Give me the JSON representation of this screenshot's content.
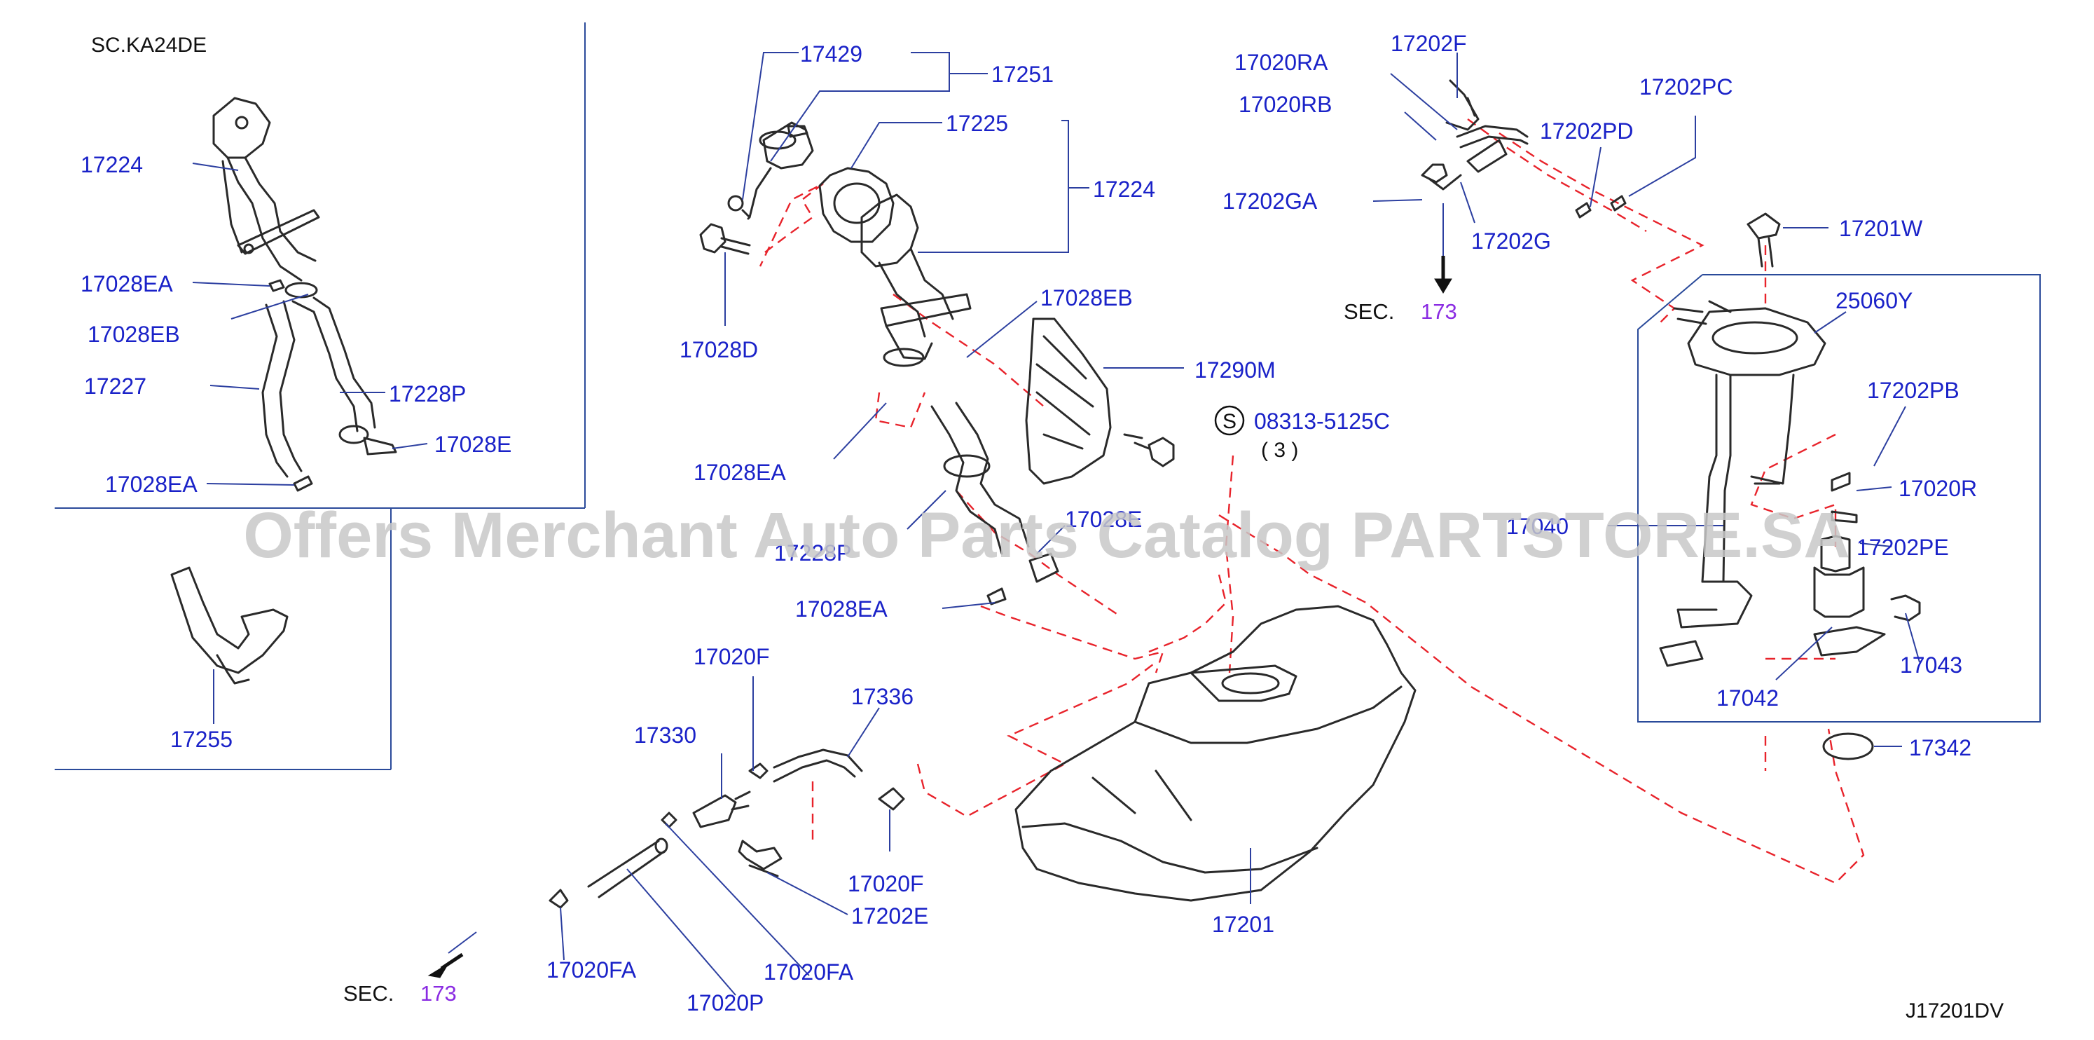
{
  "diagram": {
    "colors": {
      "callout": "#1a22c8",
      "leader": "#2c3fa0",
      "dashed": "#e8232b",
      "section": "#8a2be2",
      "line_art": "#2a2a2a",
      "frame": "#2a4a9a",
      "watermark": "#c8c8c8"
    },
    "variant_label": "SC.KA24DE",
    "watermark": "Offers Merchant Auto Parts Catalog PARTSTORE.SA",
    "diagram_code": "J17201DV",
    "section_refs": [
      {
        "prefix": "SEC.",
        "number": "173"
      },
      {
        "prefix": "SEC.",
        "number": "173"
      }
    ],
    "bolt_symbol": "S",
    "bolt_qty": "( 3 )",
    "labels": [
      "17224",
      "17028EA",
      "17028EB",
      "17227",
      "17228P",
      "17028E",
      "17028EA",
      "17255",
      "17429",
      "17251",
      "17225",
      "17224",
      "17028D",
      "17028EB",
      "17290M",
      "08313-5125C",
      "17028EA",
      "17228P",
      "17028E",
      "17028EA",
      "17020F",
      "17336",
      "17330",
      "17020F",
      "17202E",
      "17020FA",
      "17020FA",
      "17020P",
      "17201",
      "17020RA",
      "17202F",
      "17020RB",
      "17202PD",
      "17202PC",
      "17202GA",
      "17202G",
      "17201W",
      "25060Y",
      "17202PB",
      "17020R",
      "17040",
      "17202PE",
      "17042",
      "17043",
      "17342"
    ]
  }
}
